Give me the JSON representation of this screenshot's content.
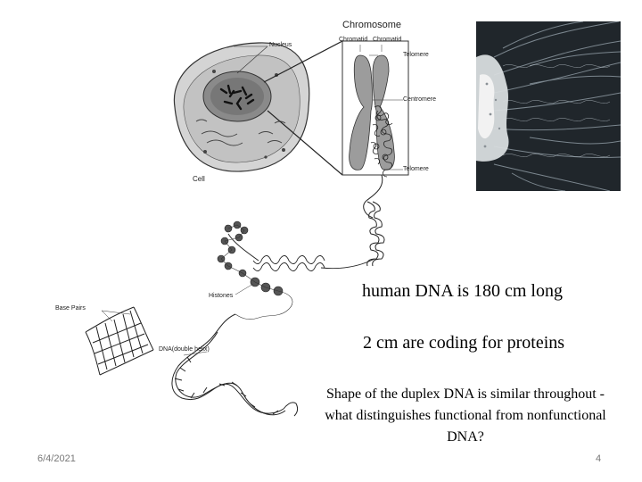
{
  "labels": {
    "chromosome": "Chromosome",
    "chromatid_left": "Chromatid",
    "chromatid_right": "Chromatid",
    "nucleus": "Nucleus",
    "telomere_top": "Telomere",
    "centromere": "Centromere",
    "telomere_bottom": "Telomere",
    "cell": "Cell",
    "histones": "Histones",
    "base_pairs": "Base Pairs",
    "dna_helix": "DNA(double helix)"
  },
  "text": {
    "line1": "human DNA is 180 cm long",
    "line2": "2 cm are coding for proteins",
    "line3": "Shape of the duplex DNA is similar throughout - what distinguishes functional from nonfunctional DNA?"
  },
  "footer": {
    "date": "6/4/2021",
    "page_number": "4"
  }
}
